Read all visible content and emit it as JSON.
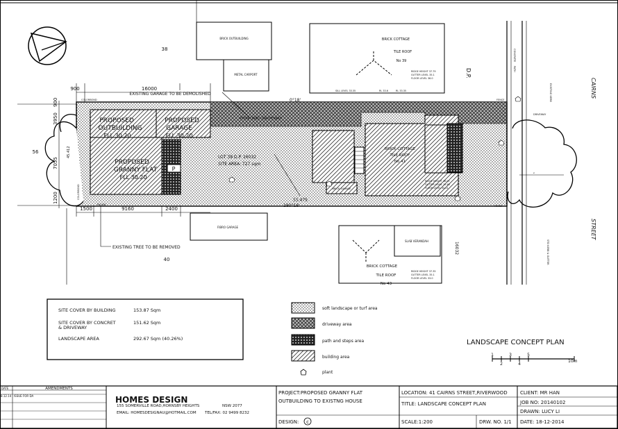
{
  "title": "LANDSCAPE CONCEPT PLAN",
  "north_arrow": "north-arrow",
  "streets": {
    "cairns": "CAIRNS",
    "street": "STREET",
    "dp": "D.P.",
    "path": "PATH",
    "concrete": "CONCRETE",
    "driveway": "DRIVEWAY",
    "kerb_gutter": "STD KERB & GUTTER",
    "existing_kerb": "EXISTING KERB"
  },
  "lots": {
    "lot38": "38",
    "lot40": "40",
    "lot56": "56",
    "lot_dp": "16032",
    "lot_info_1": "LOT 39   D.P. 16032",
    "lot_info_2": "SITE AREA: 727 sqm"
  },
  "neighbours": {
    "brick_outbuilding": "BRICK OUTBUILDING",
    "metal_carport": "METAL CARPORT",
    "brick_cottage_39": "BRICK COTTAGE",
    "tile_roof_39": "TILE ROOF",
    "no_39": "No 39",
    "ridge_39": "RIDGE HEIGHT 37.79",
    "gutter_39": "GUTTER LEVEL 35.1",
    "floor_39": "FLOOR LEVEL 36.0",
    "sill_1": "SILL LEVEL 33.35",
    "sill_2": "RL 33.6",
    "sill_3": "RL 33.35",
    "fibro_garage": "FIBRO GARAGE",
    "slab_verandah": "SLAB VERANDAH",
    "brick_cottage_43": "BRICK COTTAGE",
    "tile_roof_43": "TILE ROOF",
    "no_43": "No 43",
    "ridge_43": "RIDGE HEIGHT 37.35",
    "gutter_43": "GUTTER LEVEL 35.1",
    "floor_43": "FLOOR LEVEL 33.0"
  },
  "site": {
    "proposed_outbuilding": [
      "PROPOSED",
      "OUTBUILDING",
      "FLL 30.20"
    ],
    "proposed_garage": [
      "PROPOSED",
      "GARAGE",
      "FLL 30.20"
    ],
    "proposed_granny_flat": [
      "PROPOSED",
      "GRANNY FLAT",
      "FLL 30.20"
    ],
    "proposed_driveway": "PROPOSED DRIVEWAY",
    "existing_garage_note": "EXISTING GARAGE TO BE DEMOLISHED",
    "existing_tree_note": "EXISTING TREE TO BE REMOVED",
    "brick_cottage": [
      "BRICK COTTAGE",
      "TILE ROOF",
      "No 41"
    ],
    "brick_cottage_levels": [
      "RIDGE HEIGHT 36.05",
      "GUTTER LEVEL 35.65",
      "FLOOR LEVEL 30.01"
    ],
    "brick_garage": "BRICK GARAGE",
    "colorbond_1": "COLORBOND",
    "colorbond_2": "COLORBOND",
    "paling": "PALING",
    "fence_1": "FENCE",
    "fence_2": "FENCE",
    "angle_1": "0°18'",
    "angle_2": "180°18'",
    "bearing": "55.475"
  },
  "dimensions": {
    "d900": "900",
    "d16000": "16000",
    "d3950": "3950",
    "d7055": "7055",
    "d1200": "1200",
    "d1500": "1500",
    "d9160": "9160",
    "d2400": "2400",
    "d900b": "900",
    "d45412": "45.412"
  },
  "stats": [
    {
      "label": "SITE COVER BY BUILDING",
      "value": "153.87 Sqm"
    },
    {
      "label": "SITE COVER BY CONCRET\n& DRIVEWAY",
      "value": "151.62 Sqm"
    },
    {
      "label": "LANDSCAPE AREA",
      "value": "292.67 Sqm (40.26%)"
    }
  ],
  "legend": [
    {
      "pattern": "dots",
      "label": "soft landscape or turf area"
    },
    {
      "pattern": "crosshatch",
      "label": "driveway area"
    },
    {
      "pattern": "dense",
      "label": "path and steps area"
    },
    {
      "pattern": "hatch",
      "label": "building area"
    },
    {
      "pattern": "plant",
      "label": "plant"
    }
  ],
  "scale_bar": {
    "labels": [
      "1",
      "2",
      "3",
      "4",
      "5",
      "10m"
    ]
  },
  "titleblock": {
    "date_header": "DATE",
    "amend_header": "AMENDMENTS",
    "amend_date": "8.12.14",
    "amend_text": "ISSUE FOR DA",
    "company": "HOMES DESIGN",
    "address": "155 SOMERVILLE ROAD,HORNSBY HEIGHTS",
    "postcode": "NSW 2077",
    "email": "EMAIL: HOMESDESIGNAU@HOTMAIL.COM",
    "phone": "TEL/FAX:  02 9499 8232",
    "project_1": "PROJECT:PROPOSED GRANNY FLAT",
    "project_2": "OUTBUILDING TO EXISTNG HOUSE",
    "design": "DESIGN:",
    "location": "LOCATION:  41 CAIRNS STREET,RIVERWOOD",
    "title": "TITLE: LANDSCAPE CONCEPT PLAN",
    "scale": "SCALE:1:200",
    "drw_no": "DRW. NO. 1/1",
    "client": "CLIENT: MR HAN",
    "job_no": "JOB NO: 20140102",
    "drawn": "DRAWN:  LUCY LI",
    "date": "DATE:    18-12-2014"
  }
}
